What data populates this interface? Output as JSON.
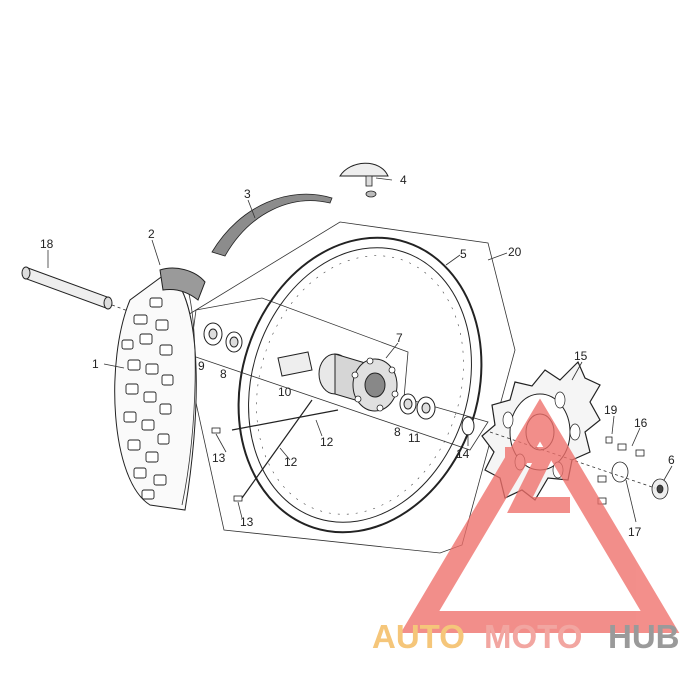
{
  "diagram": {
    "callouts": [
      {
        "id": "c1",
        "text": "1"
      },
      {
        "id": "c2",
        "text": "2"
      },
      {
        "id": "c3",
        "text": "3"
      },
      {
        "id": "c4",
        "text": "4"
      },
      {
        "id": "c5",
        "text": "5"
      },
      {
        "id": "c6",
        "text": "6"
      },
      {
        "id": "c7",
        "text": "7"
      },
      {
        "id": "c8a",
        "text": "8"
      },
      {
        "id": "c8b",
        "text": "8"
      },
      {
        "id": "c9",
        "text": "9"
      },
      {
        "id": "c10",
        "text": "10"
      },
      {
        "id": "c11",
        "text": "11"
      },
      {
        "id": "c12a",
        "text": "12"
      },
      {
        "id": "c12b",
        "text": "12"
      },
      {
        "id": "c13a",
        "text": "13"
      },
      {
        "id": "c13b",
        "text": "13"
      },
      {
        "id": "c14",
        "text": "14"
      },
      {
        "id": "c15",
        "text": "15"
      },
      {
        "id": "c16",
        "text": "16"
      },
      {
        "id": "c17",
        "text": "17"
      },
      {
        "id": "c18",
        "text": "18"
      },
      {
        "id": "c19",
        "text": "19"
      },
      {
        "id": "c20",
        "text": "20"
      }
    ]
  },
  "watermark": {
    "part1": "AUTO",
    "part2": "MOTO",
    "part3": "HUB",
    "colors": {
      "part1": "#f5c67a",
      "part2": "#f2a6a1",
      "part3": "#9a9a9a",
      "triangle": "#ef6f6a"
    }
  }
}
